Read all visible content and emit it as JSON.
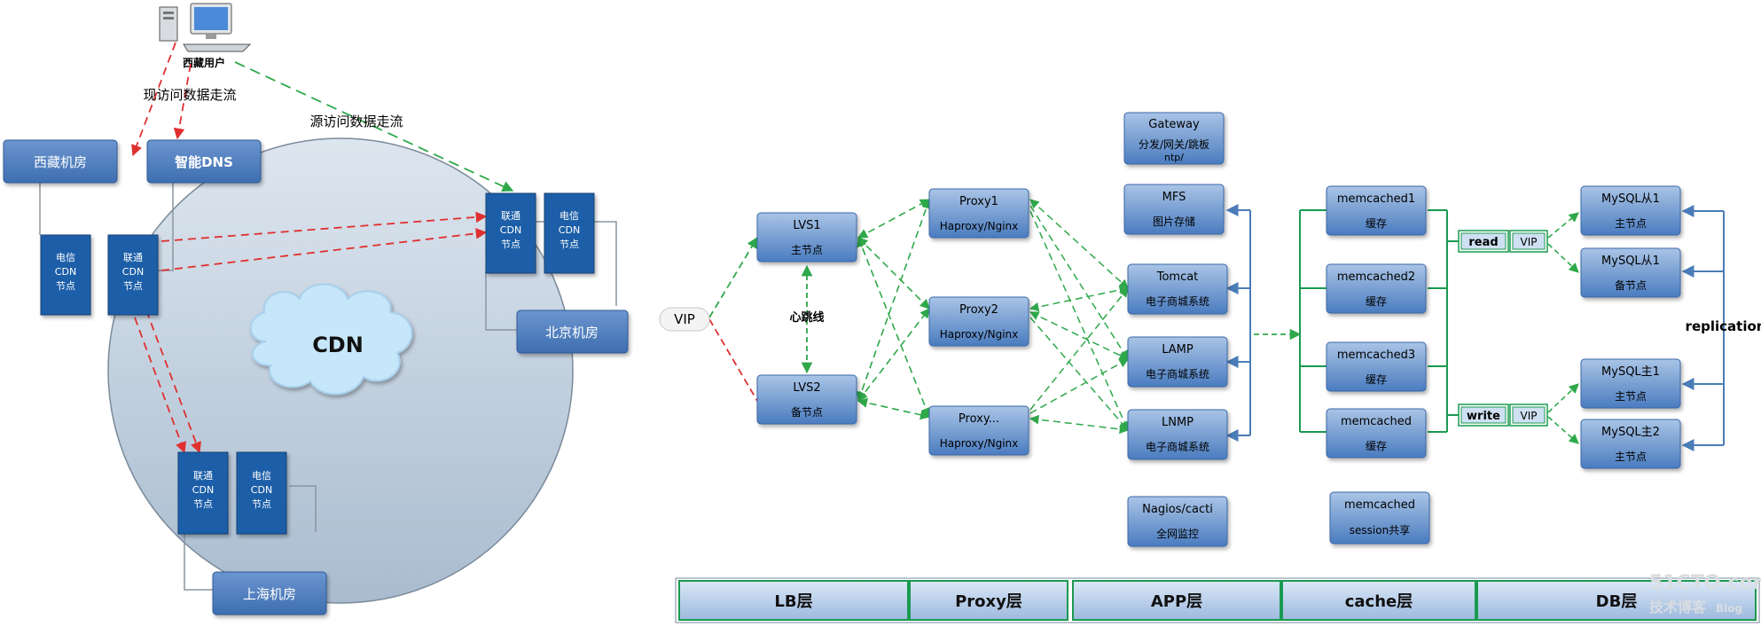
{
  "colors": {
    "box_top": "#9ab8e0",
    "box_bottom": "#4a7cc0",
    "box_stroke": "#3a68a8",
    "cdn_node": "#1f5fa8",
    "cloud": "#bfe2f8",
    "circle": "#c9d6e3",
    "green_dash": "#2ea84a",
    "red_dash": "#e03030",
    "green": "#1a9a50",
    "blue_arrow": "#4a7cb8",
    "gray_line": "#8a95a0"
  },
  "left": {
    "user": "西藏用户",
    "current_flow": "现访问数据走流",
    "origin_flow": "源访问数据走流",
    "tibet_room": "西藏机房",
    "smart_dns": "智能DNS",
    "cloud": "CDN",
    "beijing_room": "北京机房",
    "shanghai_room": "上海机房",
    "tibet_telecom": [
      "电信",
      "CDN",
      "节点"
    ],
    "tibet_unicom": [
      "联通",
      "CDN",
      "节点"
    ],
    "beijing_unicom": [
      "联通",
      "CDN",
      "节点"
    ],
    "beijing_telecom": [
      "电信",
      "CDN",
      "节点"
    ],
    "shanghai_unicom": [
      "联通",
      "CDN",
      "节点"
    ],
    "shanghai_telecom": [
      "电信",
      "CDN",
      "节点"
    ]
  },
  "right": {
    "vip": "VIP",
    "heartbeat": "心跳线",
    "lvs1": [
      "LVS1",
      "主节点"
    ],
    "lvs2": [
      "LVS2",
      "备节点"
    ],
    "proxy1": [
      "Proxy1",
      "Haproxy/Nginx"
    ],
    "proxy2": [
      "Proxy2",
      "Haproxy/Nginx"
    ],
    "proxy3": [
      "Proxy...",
      "Haproxy/Nginx"
    ],
    "gateway": [
      "Gateway",
      "分发/网关/跳板",
      "ntp/"
    ],
    "mfs": [
      "MFS",
      "图片存储"
    ],
    "tomcat": [
      "Tomcat",
      "电子商城系统"
    ],
    "lamp": [
      "LAMP",
      "电子商城系统"
    ],
    "lnmp": [
      "LNMP",
      "电子商城系统"
    ],
    "nagios": [
      "Nagios/cacti",
      "全网监控"
    ],
    "mc1": [
      "memcached1",
      "缓存"
    ],
    "mc2": [
      "memcached2",
      "缓存"
    ],
    "mc3": [
      "memcached3",
      "缓存"
    ],
    "mc4": [
      "memcached",
      "缓存"
    ],
    "mc_session": [
      "memcached",
      "session共享"
    ],
    "read": "read",
    "write": "write",
    "vip_read": "VIP",
    "vip_write": "VIP",
    "slave1": [
      "MySQL从1",
      "主节点"
    ],
    "slave2": [
      "MySQL从1",
      "备节点"
    ],
    "master1": [
      "MySQL主1",
      "主节点"
    ],
    "master2": [
      "MySQL主2",
      "主节点"
    ],
    "replication": "replication"
  },
  "layers": [
    "LB层",
    "Proxy层",
    "APP层",
    "cache层",
    "DB层"
  ],
  "watermark": [
    "51CTO.com",
    "技术博客",
    "Blog"
  ]
}
